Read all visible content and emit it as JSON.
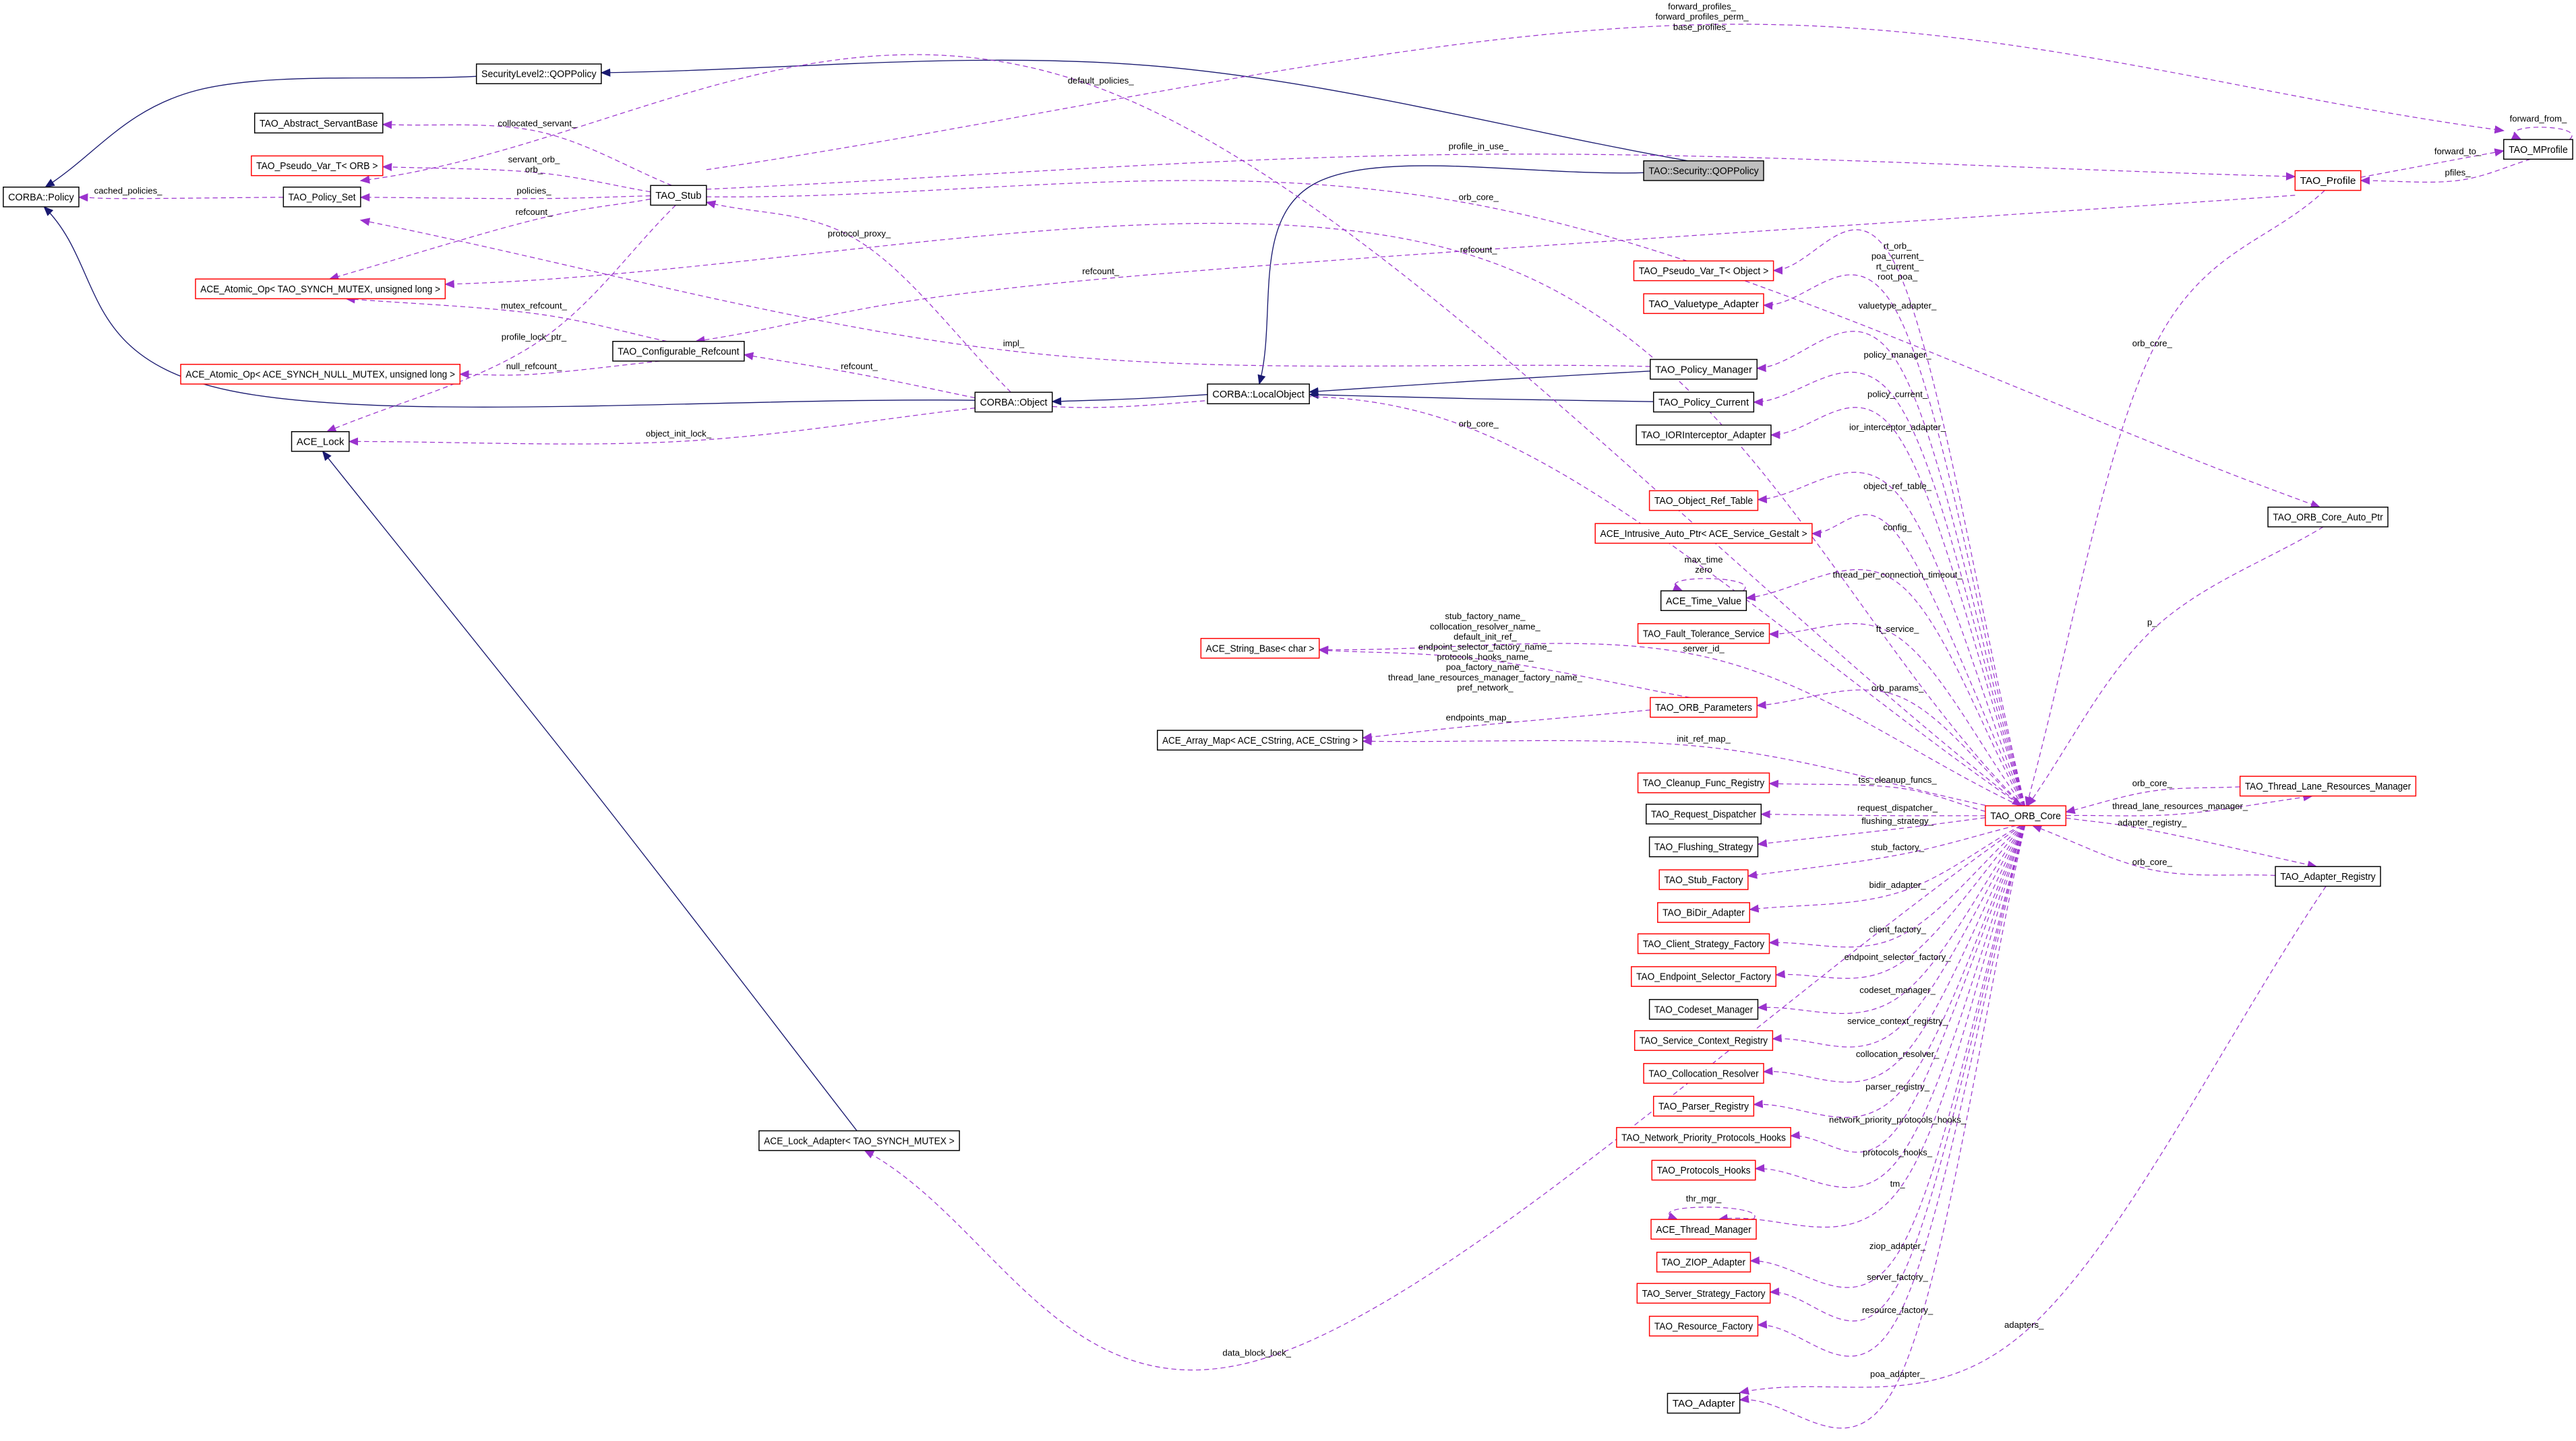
{
  "colors": {
    "collaboration_edge": "#9a32cd",
    "inheritance_edge": "#191970",
    "truncated_node_border": "#ff0000",
    "node_border": "#000000",
    "focus_node_fill": "#bfbfbf"
  },
  "nodes": [
    {
      "label": "SecurityLevel2::QOPPolicy",
      "style": "black"
    },
    {
      "label": "CORBA::Policy",
      "style": "black"
    },
    {
      "label": "TAO_Abstract_ServantBase",
      "style": "black"
    },
    {
      "label": "TAO_Pseudo_Var_T< ORB >",
      "style": "red"
    },
    {
      "label": "TAO_Policy_Set",
      "style": "black"
    },
    {
      "label": "TAO_Stub",
      "style": "black"
    },
    {
      "label": "ACE_Atomic_Op< TAO_SYNCH_MUTEX, unsigned long >",
      "style": "red"
    },
    {
      "label": "TAO_Configurable_Refcount",
      "style": "black"
    },
    {
      "label": "ACE_Atomic_Op< ACE_SYNCH_NULL_MUTEX, unsigned long >",
      "style": "red"
    },
    {
      "label": "ACE_Lock",
      "style": "black"
    },
    {
      "label": "CORBA::Object",
      "style": "black"
    },
    {
      "label": "CORBA::LocalObject",
      "style": "black"
    },
    {
      "label": "TAO::Security::QOPPolicy",
      "style": "gray"
    },
    {
      "label": "TAO_Profile",
      "style": "red"
    },
    {
      "label": "TAO_MProfile",
      "style": "black"
    },
    {
      "label": "TAO_Pseudo_Var_T< Object >",
      "style": "red"
    },
    {
      "label": "TAO_Valuetype_Adapter",
      "style": "red"
    },
    {
      "label": "TAO_Policy_Manager",
      "style": "black"
    },
    {
      "label": "TAO_Policy_Current",
      "style": "black"
    },
    {
      "label": "TAO_IORInterceptor_Adapter",
      "style": "black"
    },
    {
      "label": "TAO_Object_Ref_Table",
      "style": "red"
    },
    {
      "label": "ACE_Intrusive_Auto_Ptr< ACE_Service_Gestalt >",
      "style": "red"
    },
    {
      "label": "ACE_Time_Value",
      "style": "black"
    },
    {
      "label": "TAO_Fault_Tolerance_Service",
      "style": "red"
    },
    {
      "label": "ACE_String_Base< char >",
      "style": "red"
    },
    {
      "label": "TAO_ORB_Parameters",
      "style": "red"
    },
    {
      "label": "ACE_Array_Map< ACE_CString, ACE_CString >",
      "style": "black"
    },
    {
      "label": "TAO_Cleanup_Func_Registry",
      "style": "red"
    },
    {
      "label": "TAO_Request_Dispatcher",
      "style": "black"
    },
    {
      "label": "TAO_Flushing_Strategy",
      "style": "black"
    },
    {
      "label": "TAO_Stub_Factory",
      "style": "red"
    },
    {
      "label": "TAO_BiDir_Adapter",
      "style": "red"
    },
    {
      "label": "TAO_Client_Strategy_Factory",
      "style": "red"
    },
    {
      "label": "TAO_Endpoint_Selector_Factory",
      "style": "red"
    },
    {
      "label": "TAO_Codeset_Manager",
      "style": "black"
    },
    {
      "label": "TAO_Service_Context_Registry",
      "style": "red"
    },
    {
      "label": "TAO_Collocation_Resolver",
      "style": "red"
    },
    {
      "label": "TAO_Parser_Registry",
      "style": "red"
    },
    {
      "label": "TAO_Network_Priority_Protocols_Hooks",
      "style": "red"
    },
    {
      "label": "TAO_Protocols_Hooks",
      "style": "red"
    },
    {
      "label": "ACE_Thread_Manager",
      "style": "red"
    },
    {
      "label": "TAO_ZIOP_Adapter",
      "style": "red"
    },
    {
      "label": "TAO_Server_Strategy_Factory",
      "style": "red"
    },
    {
      "label": "TAO_Resource_Factory",
      "style": "red"
    },
    {
      "label": "TAO_Adapter",
      "style": "black"
    },
    {
      "label": "TAO_ORB_Core",
      "style": "red"
    },
    {
      "label": "TAO_ORB_Core_Auto_Ptr",
      "style": "black"
    },
    {
      "label": "TAO_Thread_Lane_Resources_Manager",
      "style": "red"
    },
    {
      "label": "TAO_Adapter_Registry",
      "style": "black"
    },
    {
      "label": "ACE_Lock_Adapter< TAO_SYNCH_MUTEX >",
      "style": "black"
    }
  ],
  "edges": [
    {
      "from": "TAO::Security::QOPPolicy",
      "to": "SecurityLevel2::QOPPolicy",
      "kind": "inherit",
      "label": []
    },
    {
      "from": "SecurityLevel2::QOPPolicy",
      "to": "CORBA::Policy",
      "kind": "inherit",
      "label": []
    },
    {
      "from": "CORBA::Object",
      "to": "CORBA::Policy",
      "kind": "inherit",
      "label": []
    },
    {
      "from": "TAO::Security::QOPPolicy",
      "to": "CORBA::LocalObject",
      "kind": "inherit",
      "label": []
    },
    {
      "from": "CORBA::LocalObject",
      "to": "CORBA::Object",
      "kind": "inherit",
      "label": []
    },
    {
      "from": "TAO_Policy_Manager",
      "to": "CORBA::LocalObject",
      "kind": "inherit",
      "label": []
    },
    {
      "from": "TAO_Policy_Current",
      "to": "CORBA::LocalObject",
      "kind": "inherit",
      "label": []
    },
    {
      "from": "ACE_Lock_Adapter< TAO_SYNCH_MUTEX >",
      "to": "ACE_Lock",
      "kind": "inherit",
      "label": []
    },
    {
      "from": "TAO_Policy_Set",
      "to": "CORBA::Policy",
      "kind": "use",
      "label": [
        "cached_policies_"
      ]
    },
    {
      "from": "TAO_Stub",
      "to": "TAO_Abstract_ServantBase",
      "kind": "use",
      "label": [
        "collocated_servant_"
      ]
    },
    {
      "from": "TAO_Stub",
      "to": "TAO_Pseudo_Var_T< ORB >",
      "kind": "use",
      "label": [
        "servant_orb_",
        "orb_"
      ]
    },
    {
      "from": "TAO_Stub",
      "to": "TAO_Policy_Set",
      "kind": "use",
      "label": [
        "policies_"
      ]
    },
    {
      "from": "TAO_Stub",
      "to": "ACE_Atomic_Op< TAO_SYNCH_MUTEX, unsigned long >",
      "kind": "use",
      "label": [
        "refcount_"
      ]
    },
    {
      "from": "TAO_Stub",
      "to": "ACE_Lock",
      "kind": "use",
      "label": [
        "profile_lock_ptr_"
      ]
    },
    {
      "from": "TAO_ORB_Core",
      "to": "TAO_Policy_Set",
      "kind": "use",
      "label": [
        "default_policies_"
      ]
    },
    {
      "from": "TAO_Configurable_Refcount",
      "to": "ACE_Atomic_Op< TAO_SYNCH_MUTEX, unsigned long >",
      "kind": "use",
      "label": [
        "mutex_refcount_"
      ]
    },
    {
      "from": "TAO_Configurable_Refcount",
      "to": "ACE_Atomic_Op< ACE_SYNCH_NULL_MUTEX, unsigned long >",
      "kind": "use",
      "label": [
        "null_refcount_"
      ]
    },
    {
      "from": "TAO_Policy_Manager",
      "to": "TAO_Policy_Set",
      "kind": "use",
      "label": [
        "impl_"
      ]
    },
    {
      "from": "CORBA::Object",
      "to": "TAO_Stub",
      "kind": "use",
      "label": [
        "protocol_proxy_"
      ]
    },
    {
      "from": "CORBA::Object",
      "to": "TAO_Configurable_Refcount",
      "kind": "use",
      "label": [
        "refcount_"
      ]
    },
    {
      "from": "CORBA::Object",
      "to": "ACE_Lock",
      "kind": "use",
      "label": [
        "object_init_lock_"
      ]
    },
    {
      "from": "TAO_ORB_Core",
      "to": "ACE_Atomic_Op< TAO_SYNCH_MUTEX, unsigned long >",
      "kind": "use",
      "label": [
        "refcount_"
      ]
    },
    {
      "from": "TAO_Profile",
      "to": "TAO_Configurable_Refcount",
      "kind": "use",
      "label": [
        "refcount_"
      ]
    },
    {
      "from": "TAO_Stub",
      "to": "TAO_Profile",
      "kind": "use",
      "label": [
        "profile_in_use_"
      ]
    },
    {
      "from": "TAO_Stub",
      "to": "TAO_MProfile",
      "kind": "use",
      "label": [
        "forward_profiles_",
        "forward_profiles_perm_",
        "base_profiles_"
      ]
    },
    {
      "from": "TAO_Stub",
      "to": "TAO_ORB_Core_Auto_Ptr",
      "kind": "use",
      "label": [
        "orb_core_"
      ]
    },
    {
      "from": "CORBA::Object",
      "to": "TAO_ORB_Core",
      "kind": "use",
      "label": [
        "orb_core_"
      ]
    },
    {
      "from": "TAO_MProfile",
      "to": "TAO_MProfile",
      "kind": "use",
      "label": [
        "forward_from_"
      ]
    },
    {
      "from": "TAO_MProfile",
      "to": "TAO_Profile",
      "kind": "use",
      "label": [
        "pfiles_"
      ]
    },
    {
      "from": "TAO_Profile",
      "to": "TAO_MProfile",
      "kind": "use",
      "label": [
        "forward_to_"
      ]
    },
    {
      "from": "TAO_Profile",
      "to": "TAO_ORB_Core",
      "kind": "use",
      "label": [
        "orb_core_"
      ]
    },
    {
      "from": "TAO_ORB_Core",
      "to": "TAO_Pseudo_Var_T< Object >",
      "kind": "use",
      "label": [
        "rt_orb_",
        "poa_current_",
        "rt_current_",
        "root_poa_"
      ]
    },
    {
      "from": "TAO_ORB_Core",
      "to": "TAO_Valuetype_Adapter",
      "kind": "use",
      "label": [
        "valuetype_adapter_"
      ]
    },
    {
      "from": "TAO_ORB_Core",
      "to": "TAO_Policy_Manager",
      "kind": "use",
      "label": [
        "policy_manager_"
      ]
    },
    {
      "from": "TAO_ORB_Core",
      "to": "TAO_Policy_Current",
      "kind": "use",
      "label": [
        "policy_current_"
      ]
    },
    {
      "from": "TAO_ORB_Core",
      "to": "TAO_IORInterceptor_Adapter",
      "kind": "use",
      "label": [
        "ior_interceptor_adapter_"
      ]
    },
    {
      "from": "TAO_ORB_Core",
      "to": "TAO_Object_Ref_Table",
      "kind": "use",
      "label": [
        "object_ref_table_"
      ]
    },
    {
      "from": "TAO_ORB_Core",
      "to": "ACE_Intrusive_Auto_Ptr< ACE_Service_Gestalt >",
      "kind": "use",
      "label": [
        "config_"
      ]
    },
    {
      "from": "TAO_ORB_Core",
      "to": "ACE_Time_Value",
      "kind": "use",
      "label": [
        "thread_per_connection_timeout_"
      ]
    },
    {
      "from": "ACE_Time_Value",
      "to": "ACE_Time_Value",
      "kind": "use",
      "label": [
        "max_time",
        "zero"
      ]
    },
    {
      "from": "TAO_ORB_Core",
      "to": "TAO_Fault_Tolerance_Service",
      "kind": "use",
      "label": [
        "ft_service_"
      ]
    },
    {
      "from": "TAO_ORB_Core",
      "to": "ACE_String_Base< char >",
      "kind": "use",
      "label": [
        "server_id_"
      ]
    },
    {
      "from": "TAO_ORB_Parameters",
      "to": "ACE_String_Base< char >",
      "kind": "use",
      "label": [
        "stub_factory_name_",
        "collocation_resolver_name_",
        "default_init_ref_",
        "endpoint_selector_factory_name_",
        "protocols_hooks_name_",
        "poa_factory_name_",
        "thread_lane_resources_manager_factory_name_",
        "pref_network_"
      ]
    },
    {
      "from": "TAO_ORB_Parameters",
      "to": "ACE_Array_Map< ACE_CString, ACE_CString >",
      "kind": "use",
      "label": [
        "endpoints_map_"
      ]
    },
    {
      "from": "TAO_ORB_Core",
      "to": "ACE_Array_Map< ACE_CString, ACE_CString >",
      "kind": "use",
      "label": [
        "init_ref_map_"
      ]
    },
    {
      "from": "TAO_ORB_Core",
      "to": "TAO_ORB_Parameters",
      "kind": "use",
      "label": [
        "orb_params_"
      ]
    },
    {
      "from": "TAO_ORB_Core",
      "to": "TAO_Cleanup_Func_Registry",
      "kind": "use",
      "label": [
        "tss_cleanup_funcs_"
      ]
    },
    {
      "from": "TAO_ORB_Core",
      "to": "TAO_Request_Dispatcher",
      "kind": "use",
      "label": [
        "request_dispatcher_"
      ]
    },
    {
      "from": "TAO_ORB_Core",
      "to": "TAO_Flushing_Strategy",
      "kind": "use",
      "label": [
        "flushing_strategy_"
      ]
    },
    {
      "from": "TAO_ORB_Core",
      "to": "TAO_Stub_Factory",
      "kind": "use",
      "label": [
        "stub_factory_"
      ]
    },
    {
      "from": "TAO_ORB_Core",
      "to": "TAO_BiDir_Adapter",
      "kind": "use",
      "label": [
        "bidir_adapter_"
      ]
    },
    {
      "from": "TAO_ORB_Core",
      "to": "TAO_Client_Strategy_Factory",
      "kind": "use",
      "label": [
        "client_factory_"
      ]
    },
    {
      "from": "TAO_ORB_Core",
      "to": "TAO_Endpoint_Selector_Factory",
      "kind": "use",
      "label": [
        "endpoint_selector_factory_"
      ]
    },
    {
      "from": "TAO_ORB_Core",
      "to": "TAO_Codeset_Manager",
      "kind": "use",
      "label": [
        "codeset_manager_"
      ]
    },
    {
      "from": "TAO_ORB_Core",
      "to": "TAO_Service_Context_Registry",
      "kind": "use",
      "label": [
        "service_context_registry_"
      ]
    },
    {
      "from": "TAO_ORB_Core",
      "to": "TAO_Collocation_Resolver",
      "kind": "use",
      "label": [
        "collocation_resolver_"
      ]
    },
    {
      "from": "TAO_ORB_Core",
      "to": "TAO_Parser_Registry",
      "kind": "use",
      "label": [
        "parser_registry_"
      ]
    },
    {
      "from": "TAO_ORB_Core",
      "to": "TAO_Network_Priority_Protocols_Hooks",
      "kind": "use",
      "label": [
        "network_priority_protocols_hooks_"
      ]
    },
    {
      "from": "TAO_ORB_Core",
      "to": "TAO_Protocols_Hooks",
      "kind": "use",
      "label": [
        "protocols_hooks_"
      ]
    },
    {
      "from": "TAO_ORB_Core",
      "to": "ACE_Thread_Manager",
      "kind": "use",
      "label": [
        "tm_"
      ]
    },
    {
      "from": "ACE_Thread_Manager",
      "to": "ACE_Thread_Manager",
      "kind": "use",
      "label": [
        "thr_mgr_"
      ]
    },
    {
      "from": "TAO_ORB_Core",
      "to": "TAO_ZIOP_Adapter",
      "kind": "use",
      "label": [
        "ziop_adapter_"
      ]
    },
    {
      "from": "TAO_ORB_Core",
      "to": "TAO_Server_Strategy_Factory",
      "kind": "use",
      "label": [
        "server_factory_"
      ]
    },
    {
      "from": "TAO_ORB_Core",
      "to": "TAO_Resource_Factory",
      "kind": "use",
      "label": [
        "resource_factory_"
      ]
    },
    {
      "from": "TAO_ORB_Core",
      "to": "ACE_Lock_Adapter< TAO_SYNCH_MUTEX >",
      "kind": "use",
      "label": [
        "data_block_lock_"
      ]
    },
    {
      "from": "TAO_ORB_Core",
      "to": "TAO_Adapter",
      "kind": "use",
      "label": [
        "poa_adapter_"
      ]
    },
    {
      "from": "TAO_Adapter_Registry",
      "to": "TAO_Adapter",
      "kind": "use",
      "label": [
        "adapters_"
      ]
    },
    {
      "from": "TAO_Thread_Lane_Resources_Manager",
      "to": "TAO_ORB_Core",
      "kind": "use",
      "label": [
        "orb_core_"
      ]
    },
    {
      "from": "TAO_ORB_Core",
      "to": "TAO_Thread_Lane_Resources_Manager",
      "kind": "use",
      "label": [
        "thread_lane_resources_manager_"
      ]
    },
    {
      "from": "TAO_ORB_Core",
      "to": "TAO_Adapter_Registry",
      "kind": "use",
      "label": [
        "adapter_registry_"
      ]
    },
    {
      "from": "TAO_Adapter_Registry",
      "to": "TAO_ORB_Core",
      "kind": "use",
      "label": [
        "orb_core_"
      ]
    },
    {
      "from": "TAO_ORB_Core_Auto_Ptr",
      "to": "TAO_ORB_Core",
      "kind": "use",
      "label": [
        "p_"
      ]
    }
  ]
}
